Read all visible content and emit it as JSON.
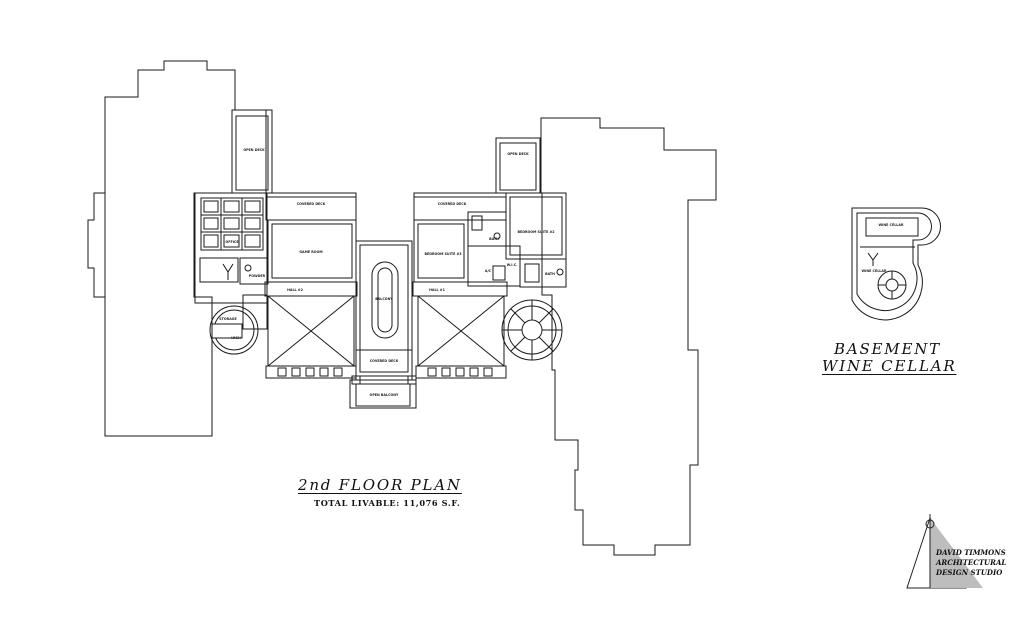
{
  "plan": {
    "title": "2nd FLOOR PLAN",
    "subtitle": "TOTAL LIVABLE: 11,076 S.F.",
    "rooms": {
      "open_deck_left": "OPEN DECK",
      "open_deck_right": "OPEN DECK",
      "covered_deck_left": "COVERED DECK",
      "covered_deck_right": "COVERED DECK",
      "covered_deck_center": "COVERED DECK",
      "game_room": "GAME ROOM",
      "office": "OFFICE",
      "powder": "POWDER",
      "storage": "STORAGE",
      "high": "HIGH",
      "hall_left": "HALL #2",
      "hall_right": "HALL #1",
      "balcony": "BALCONY",
      "open_balcony": "OPEN BALCONY",
      "bedroom_suite_2": "BEDROOM SUITE #2",
      "bedroom_suite_3": "BEDROOM SUITE #3",
      "bath_upper": "BATH",
      "bath_lower": "BATH",
      "wic": "W.I.C.",
      "ac": "A/C"
    }
  },
  "basement": {
    "title_line1": "BASEMENT",
    "title_line2": "WINE CELLAR",
    "rooms": {
      "wine_cellar": "WINE CELLAR",
      "wine_cellar_2": "WINE CELLAR"
    }
  },
  "logo": {
    "line1": "DAVID TIMMONS",
    "line2": "ARCHITECTURAL",
    "line3": "DESIGN STUDIO"
  }
}
